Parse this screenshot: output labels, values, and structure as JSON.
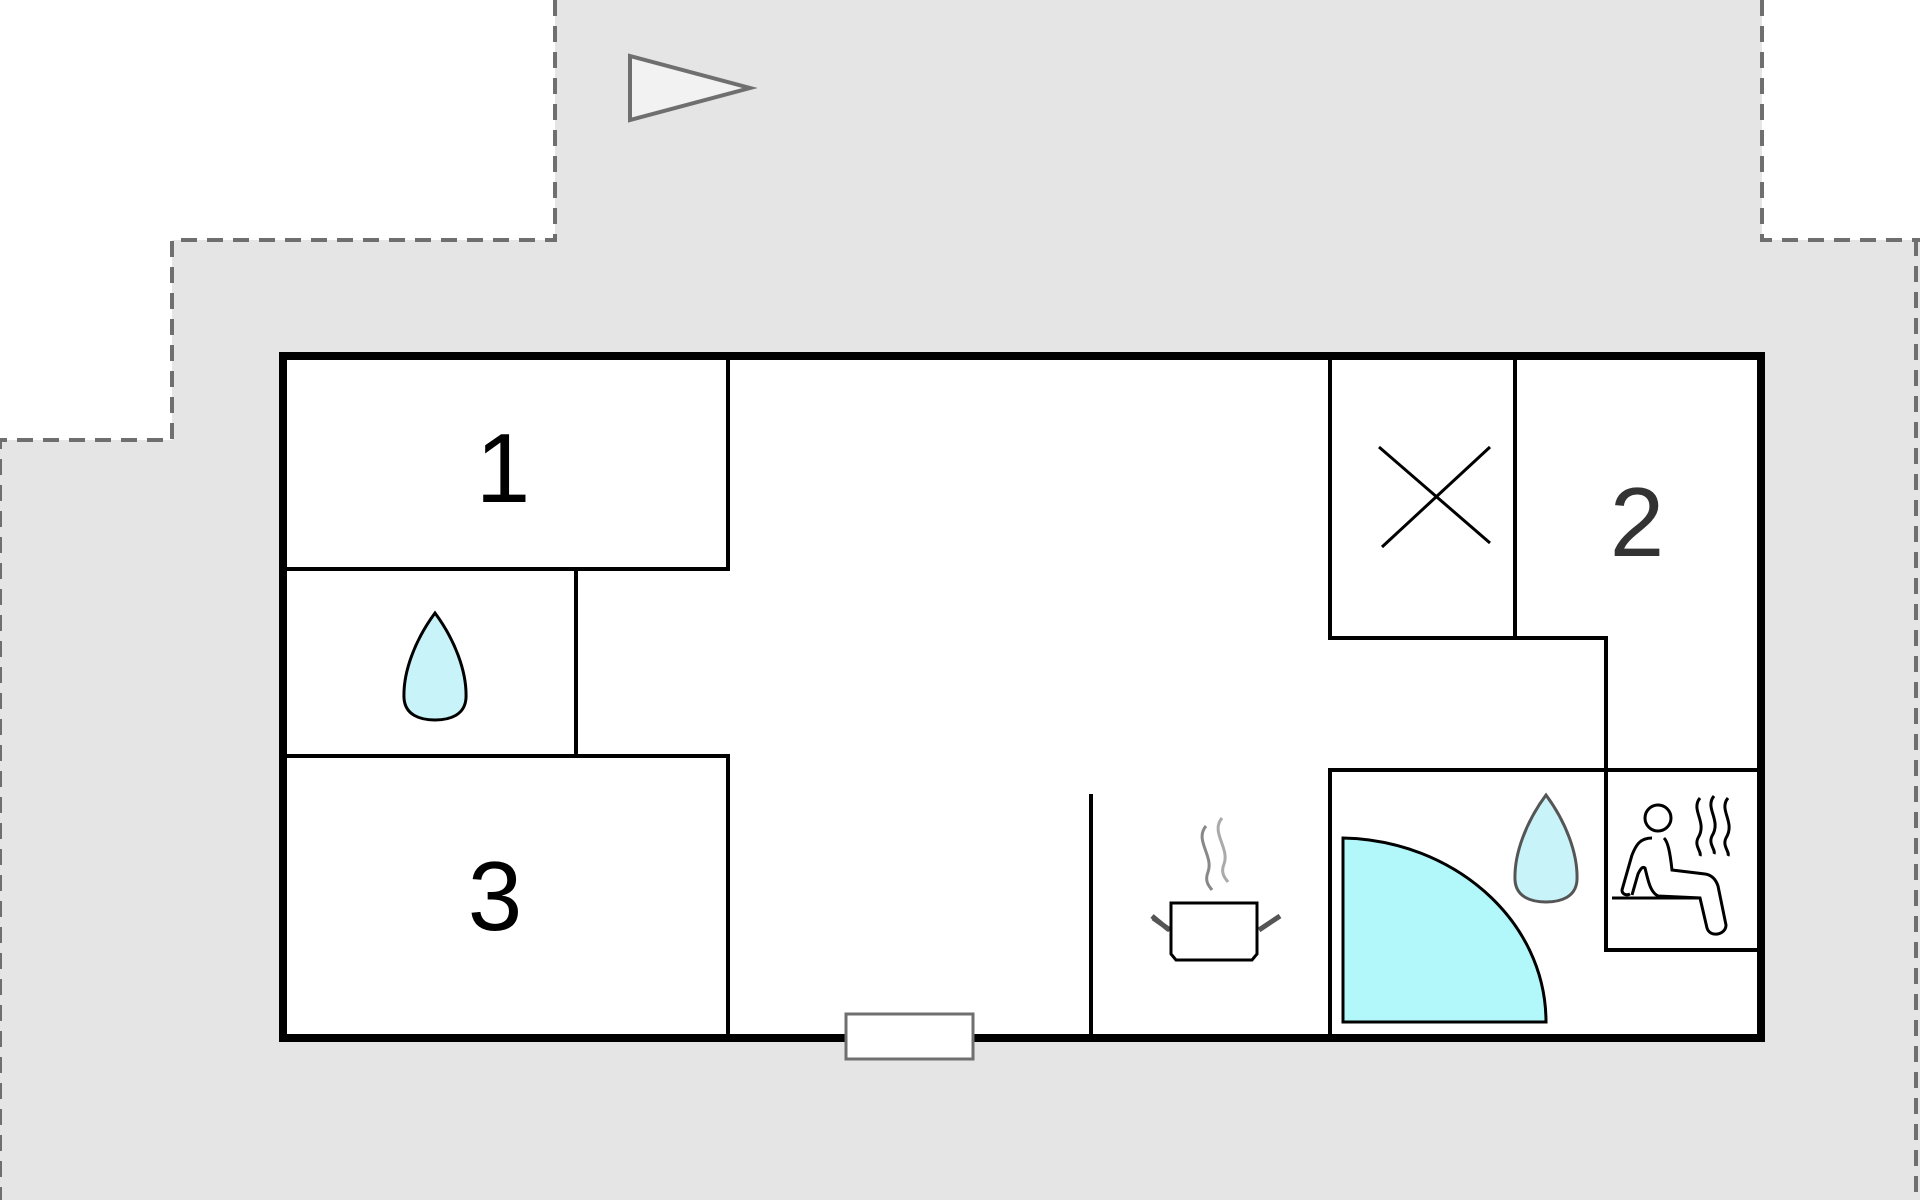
{
  "rooms": {
    "room_1": "1",
    "room_2": "2",
    "room_3": "3"
  },
  "icons": {
    "north": "north-arrow-icon",
    "water_1": "water-drop-icon",
    "water_2": "water-drop-icon",
    "cross": "cross-icon",
    "kitchen": "cooking-pot-icon",
    "sauna": "sauna-icon",
    "shower": "shower-icon",
    "door": "door-icon"
  },
  "colors": {
    "terrace": "#e5e5e5",
    "walls": "#000000",
    "water_fill": "#c8f4f9",
    "shower_fill": "#b2f7f9",
    "boundary": "#6f6f6f"
  }
}
